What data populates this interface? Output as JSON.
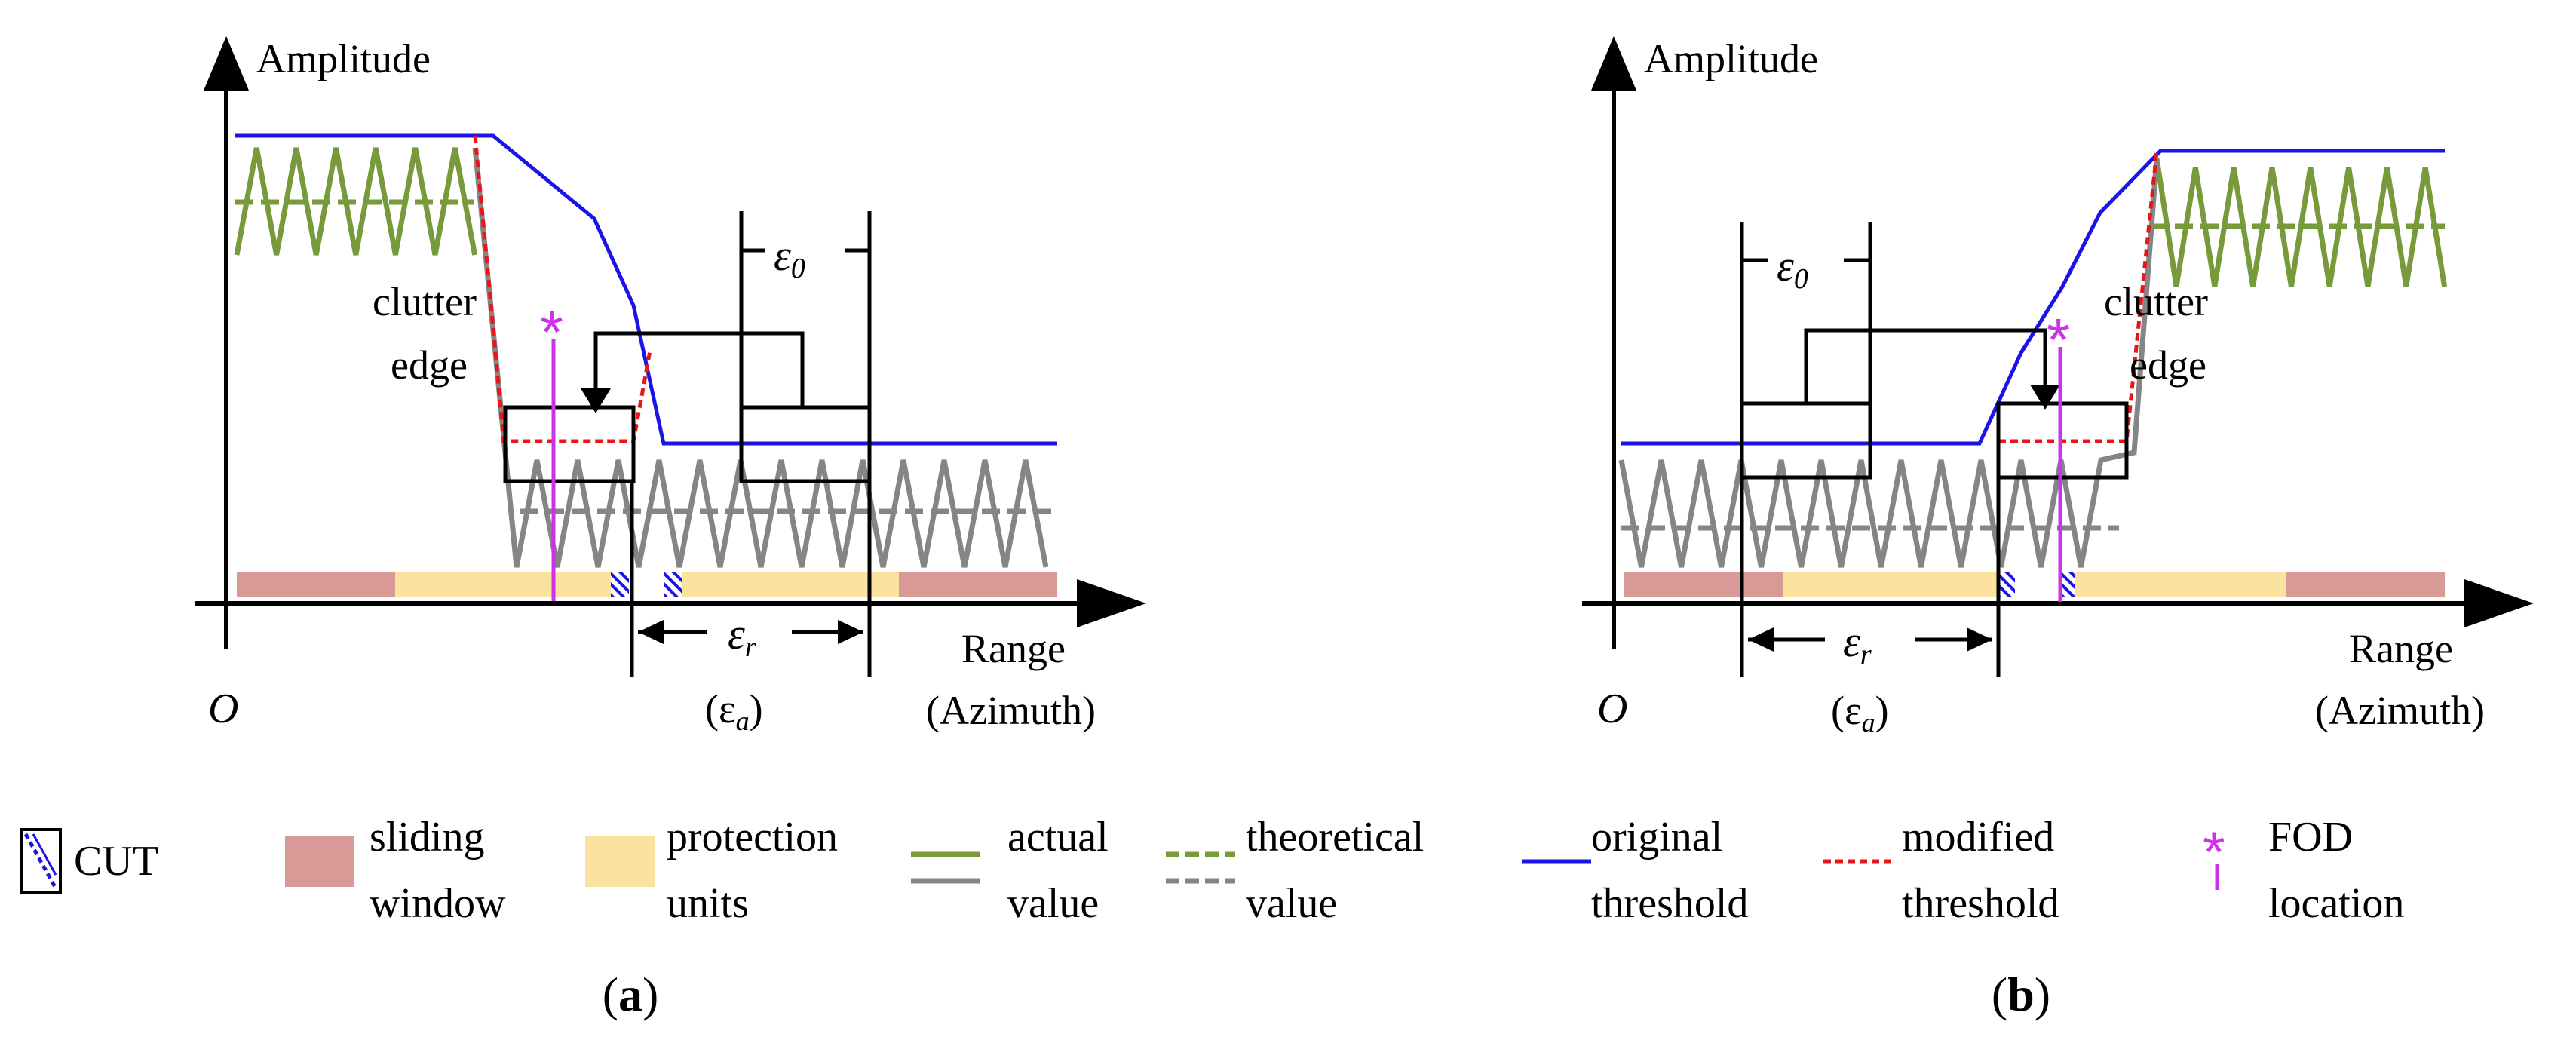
{
  "colors": {
    "axis": "#000000",
    "actual_clutter": "#779a3a",
    "actual_noise": "#858585",
    "theoretical_clutter": "#779a3a",
    "theoretical_noise": "#858585",
    "original_threshold": "#1a14e6",
    "modified_threshold": "#e8161a",
    "sliding_window": "#d79a97",
    "protection_units": "#fbe29f",
    "cut": "#1a14e6",
    "fod": "#cc33e6",
    "window": "#000000"
  },
  "panel_a": {
    "y_axis": "Amplitude",
    "x_axis_1": "Range",
    "x_axis_2": "(Azimuth)",
    "origin": "O",
    "clutter_edge_1": "clutter",
    "clutter_edge_2": "edge",
    "eps0": "ε",
    "eps0_sub": "0",
    "eps_r": "ε",
    "eps_r_sub": "r",
    "eps_a": "(ε",
    "eps_a_sub": "a",
    "eps_a_close": ")",
    "fod_marker": "*"
  },
  "panel_b": {
    "y_axis": "Amplitude",
    "x_axis_1": "Range",
    "x_axis_2": "(Azimuth)",
    "origin": "O",
    "clutter_edge_1": "clutter",
    "clutter_edge_2": "edge",
    "eps0": "ε",
    "eps0_sub": "0",
    "eps_r": "ε",
    "eps_r_sub": "r",
    "eps_a": "(ε",
    "eps_a_sub": "a",
    "eps_a_close": ")",
    "fod_marker": "*"
  },
  "legend": {
    "cut": "CUT",
    "sliding_1": "sliding",
    "sliding_2": "window",
    "protection_1": "protection",
    "protection_2": "units",
    "actual_1": "actual",
    "actual_2": "value",
    "theoretical_1": "theoretical",
    "theoretical_2": "value",
    "original_1": "original",
    "original_2": "threshold",
    "modified_1": "modified",
    "modified_2": "threshold",
    "fod_marker": "*",
    "fod_1": "FOD",
    "fod_2": "location"
  },
  "caption_a": "a",
  "caption_b": "b"
}
